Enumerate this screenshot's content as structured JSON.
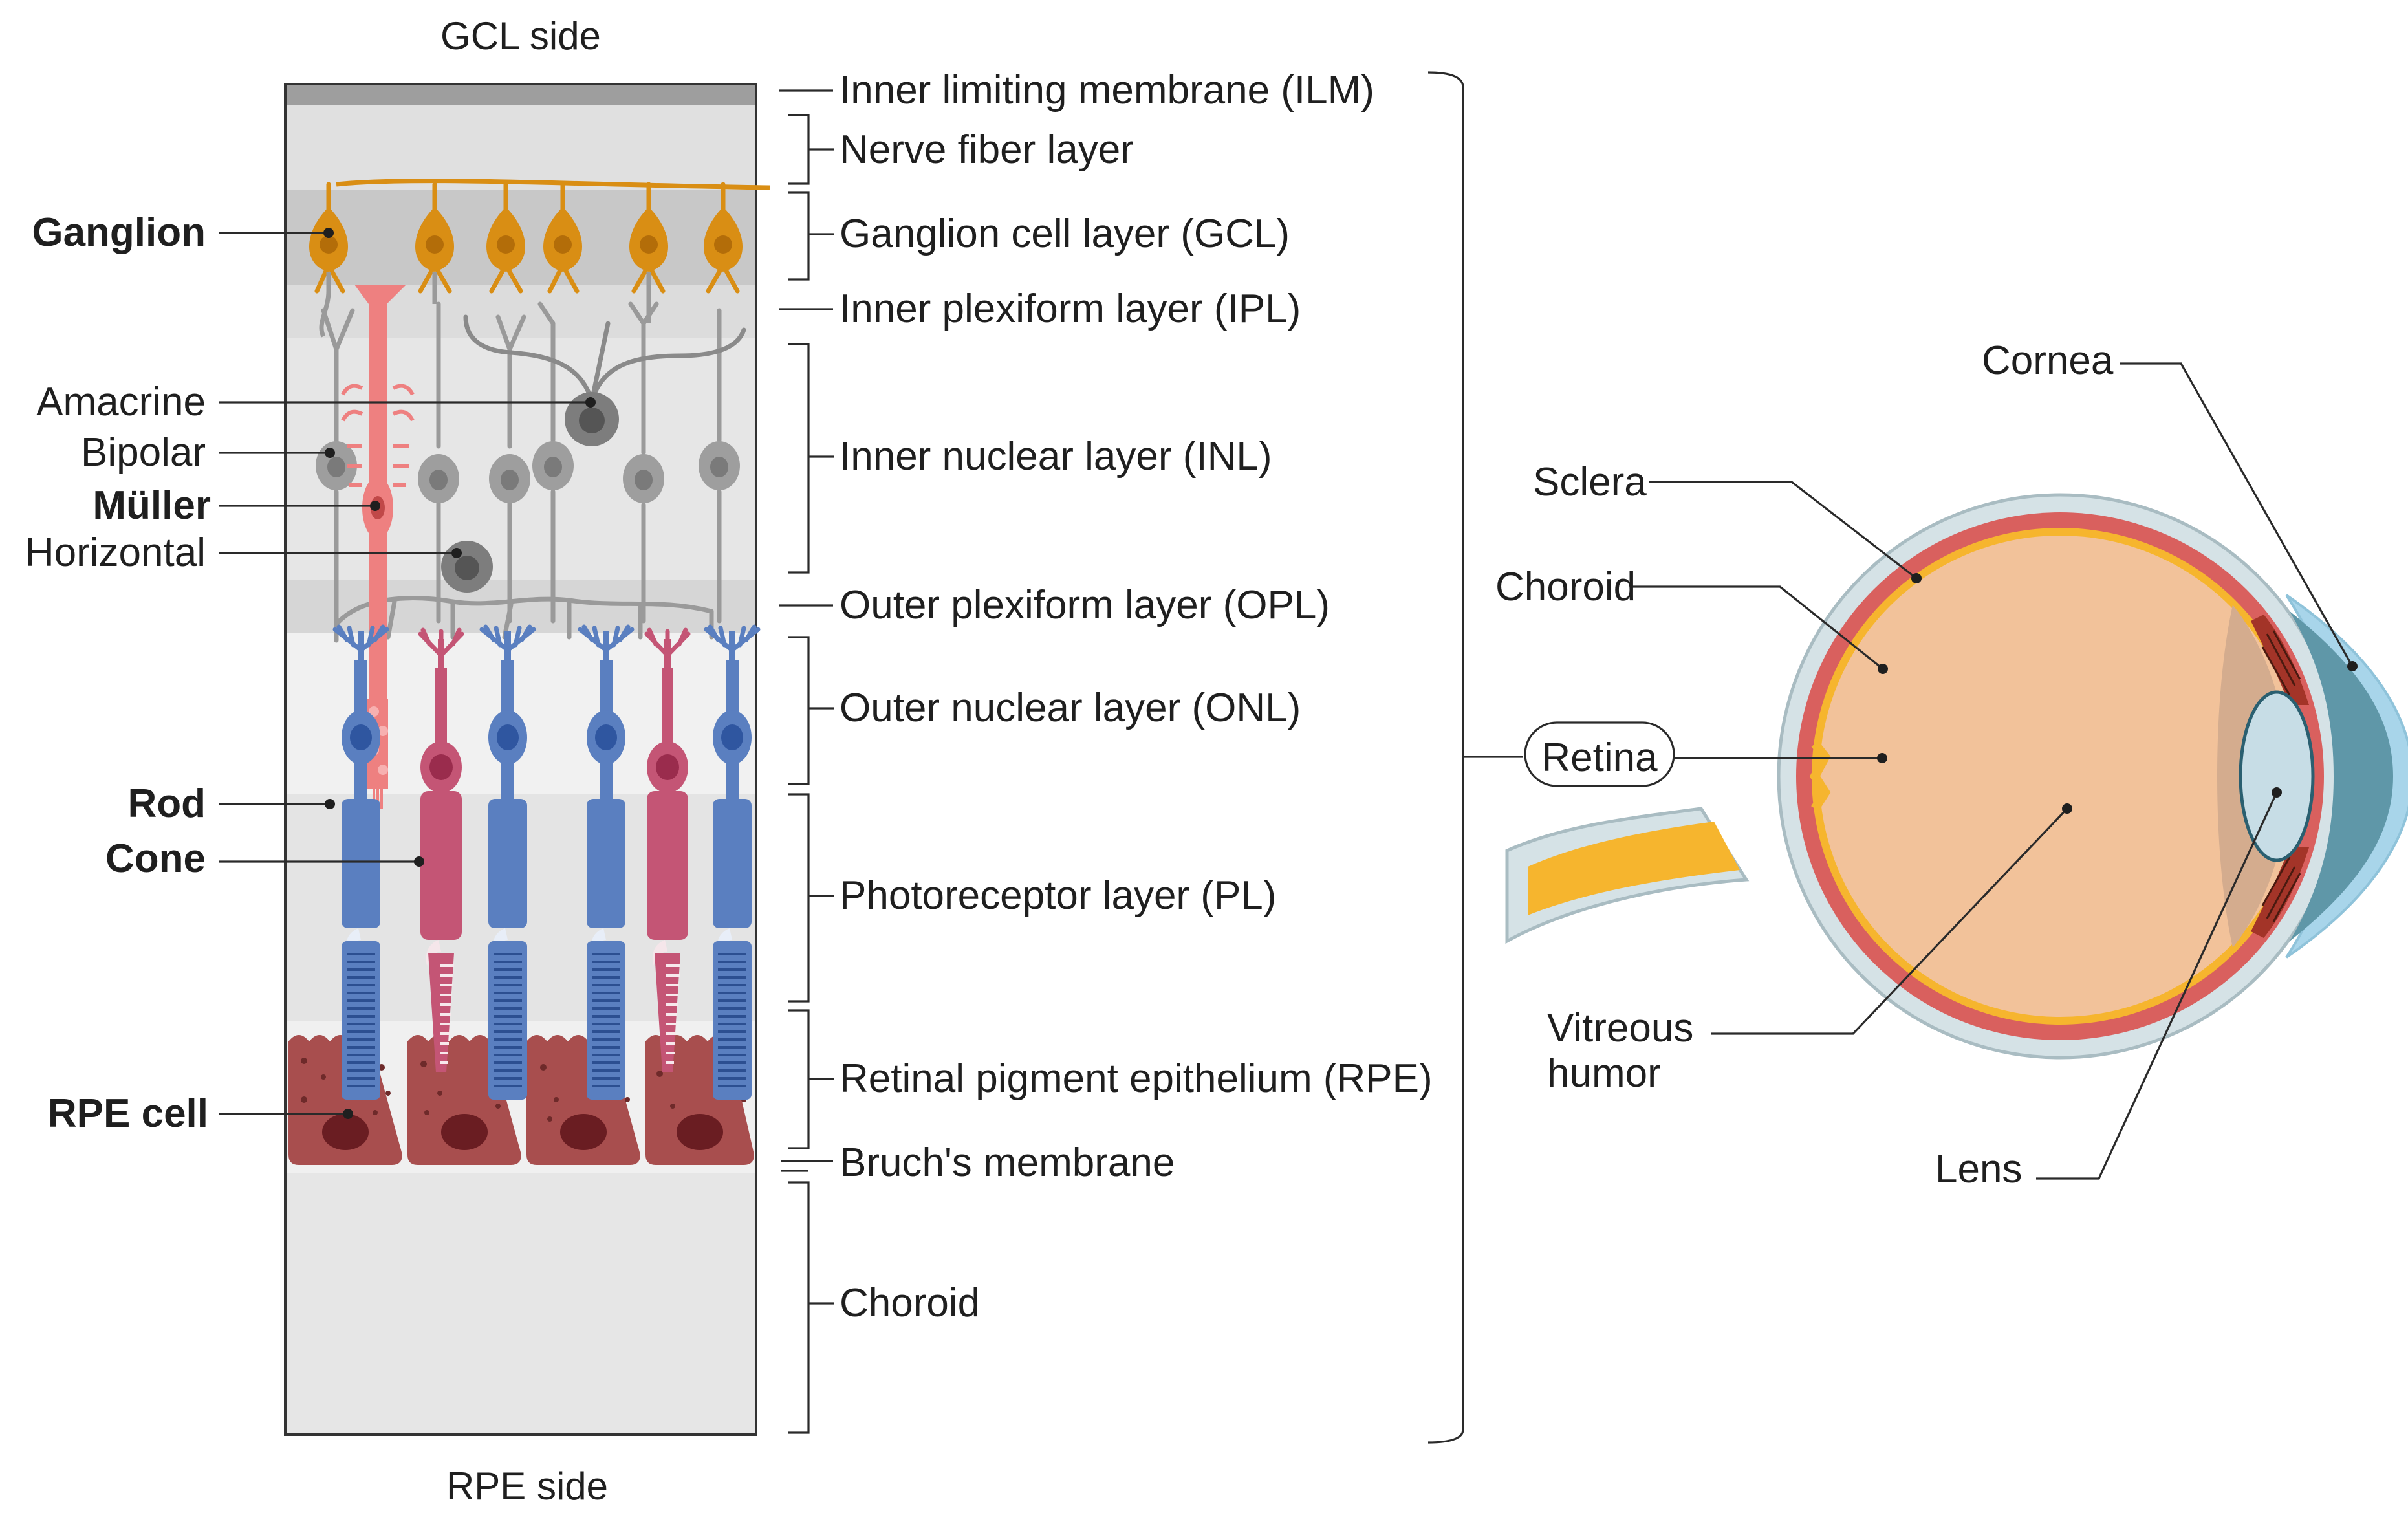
{
  "labels": {
    "gcl_side": "GCL side",
    "rpe_side": "RPE side"
  },
  "cell_labels": [
    {
      "key": "ganglion",
      "text": "Ganglion",
      "bold": true
    },
    {
      "key": "amacrine",
      "text": "Amacrine",
      "bold": false
    },
    {
      "key": "bipolar",
      "text": "Bipolar",
      "bold": false
    },
    {
      "key": "muller",
      "text": "Müller",
      "bold": true
    },
    {
      "key": "horizontal",
      "text": "Horizontal",
      "bold": false
    },
    {
      "key": "rod",
      "text": "Rod",
      "bold": true
    },
    {
      "key": "cone",
      "text": "Cone",
      "bold": true
    },
    {
      "key": "rpe_cell",
      "text": "RPE cell",
      "bold": true
    }
  ],
  "layer_labels": [
    {
      "key": "ilm",
      "text": "Inner limiting membrane (ILM)"
    },
    {
      "key": "nfl",
      "text": "Nerve fiber layer"
    },
    {
      "key": "gcl",
      "text": "Ganglion cell layer (GCL)"
    },
    {
      "key": "ipl",
      "text": "Inner plexiform layer (IPL)"
    },
    {
      "key": "inl",
      "text": "Inner nuclear layer (INL)"
    },
    {
      "key": "opl",
      "text": "Outer plexiform layer (OPL)"
    },
    {
      "key": "onl",
      "text": "Outer nuclear layer (ONL)"
    },
    {
      "key": "pl",
      "text": "Photoreceptor layer (PL)"
    },
    {
      "key": "rpe",
      "text": "Retinal pigment epithelium (RPE)"
    },
    {
      "key": "bruch",
      "text": "Bruch's membrane"
    },
    {
      "key": "choroid",
      "text": "Choroid"
    }
  ],
  "eye_labels": {
    "cornea": "Cornea",
    "sclera": "Sclera",
    "choroid": "Choroid",
    "retina": "Retina",
    "vitreous_1": "Vitreous",
    "vitreous_2": "humor",
    "lens": "Lens"
  },
  "colors": {
    "ganglion": "#d98e14",
    "muller": "#ee8080",
    "rod": "#5a7fc0",
    "cone": "#c45575",
    "rpe": "#a84e4e",
    "sclera": "#d5e2e6",
    "eye_choroid": "#d9605e",
    "retina": "#f6b52e",
    "vitreous": "#f2c29a",
    "cornea": "#a8d5ea"
  }
}
